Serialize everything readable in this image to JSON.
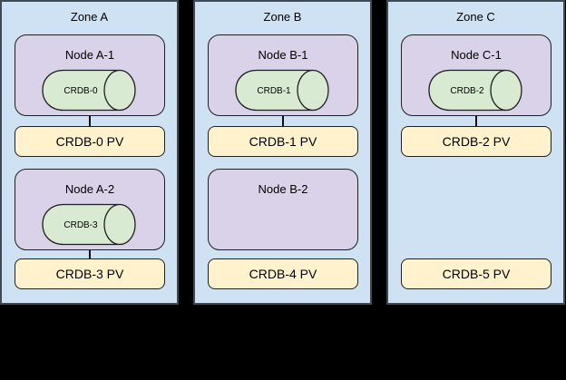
{
  "canvas": {
    "background": "#000000"
  },
  "palette": {
    "zone_fill": "#cfe2f3",
    "zone_border": "#3e4a56",
    "node_fill": "#d9d2e9",
    "pod_cylinder_fill": "#d9ead3",
    "pv_fill": "#fff2cc",
    "shape_border": "#1f1f1f",
    "text_color": "#000000"
  },
  "zones": [
    {
      "label": "Zone A",
      "slots": {
        "node1": {
          "label": "Node A-1",
          "pod": "CRDB-0"
        },
        "pv1": "CRDB-0 PV",
        "node2": {
          "label": "Node A-2",
          "pod": "CRDB-3"
        },
        "pv2": "CRDB-3 PV"
      }
    },
    {
      "label": "Zone B",
      "slots": {
        "node1": {
          "label": "Node B-1",
          "pod": "CRDB-1"
        },
        "pv1": "CRDB-1 PV",
        "node2": {
          "label": "Node B-2"
        },
        "pv2": "CRDB-4 PV"
      }
    },
    {
      "label": "Zone C",
      "slots": {
        "node1": {
          "label": "Node C-1",
          "pod": "CRDB-2"
        },
        "pv1": "CRDB-2 PV",
        "pv2": "CRDB-5 PV"
      }
    }
  ]
}
